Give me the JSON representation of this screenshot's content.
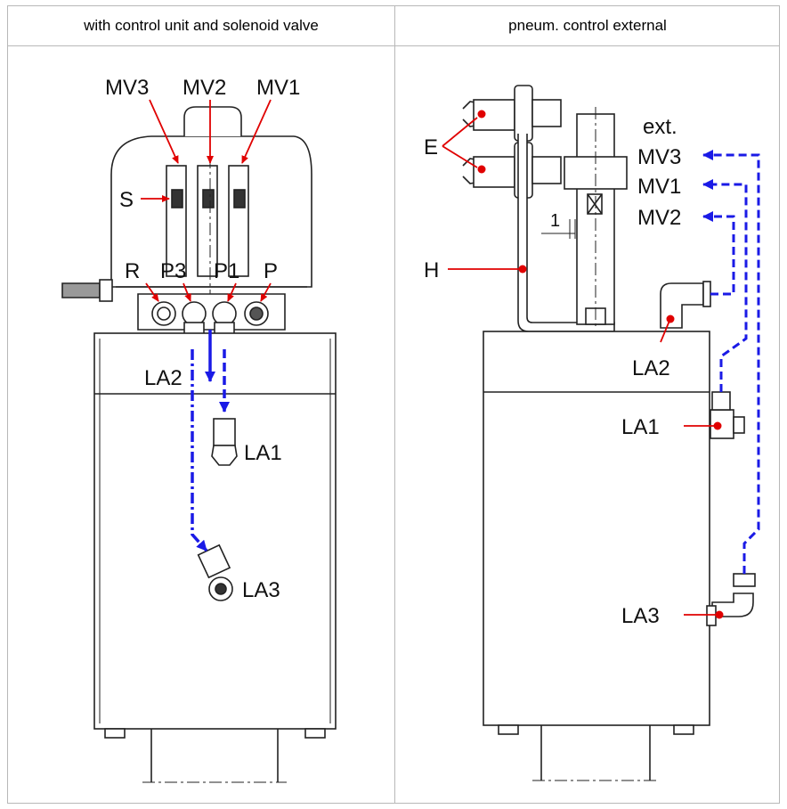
{
  "headers": {
    "left": "with control unit and solenoid valve",
    "right": "pneum. control external"
  },
  "left_labels": {
    "mv3": "MV3",
    "mv2": "MV2",
    "mv1": "MV1",
    "s": "S",
    "r": "R",
    "p3": "P3",
    "p1": "P1",
    "p": "P",
    "la2": "LA2",
    "la1": "LA1",
    "la3": "LA3"
  },
  "right_labels": {
    "e": "E",
    "h": "H",
    "dim": "1",
    "ext": "ext.",
    "mv3": "MV3",
    "mv1": "MV1",
    "mv2": "MV2",
    "la2": "LA2",
    "la1": "LA1",
    "la3": "LA3"
  },
  "colors": {
    "leader": "#e00000",
    "air_line": "#1a1ae6",
    "drawing": "#222222",
    "grid": "#b8b8b8"
  }
}
